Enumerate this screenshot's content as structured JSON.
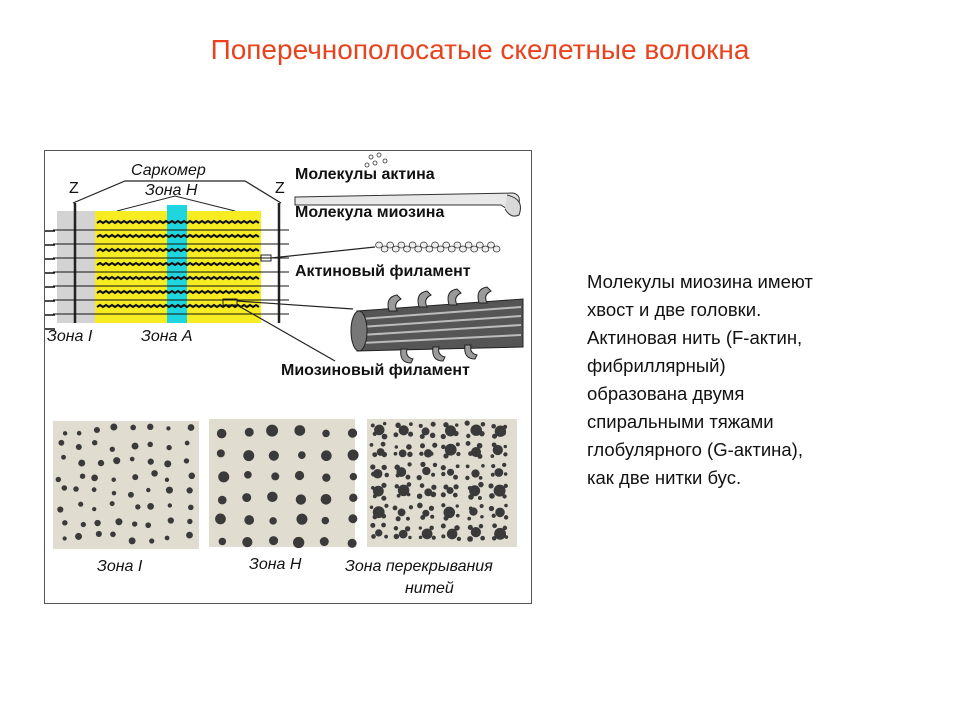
{
  "slide": {
    "title": "Поперечнополосатые скелетные волокна"
  },
  "figure": {
    "labels": {
      "sarcomere": "Саркомер",
      "zone_h_top": "Зона Н",
      "z_left": "Z",
      "z_right": "Z",
      "zone_i": "Зона I",
      "zone_a": "Зона А",
      "actin_molecules": "Молекулы актина",
      "myosin_molecule": "Молекула миозина",
      "actin_filament": "Актиновый филамент",
      "myosin_filament": "Миозиновый филамент"
    },
    "micrographs": {
      "zone_i": "Зона I",
      "zone_h": "Зона Н",
      "overlap_line1": "Зона перекрывания",
      "overlap_line2": "нитей"
    },
    "colors": {
      "a_band": "#f7ec21",
      "h_zone": "#1fd6e0",
      "i_band": "#d3d3d3",
      "title": "#e8431e"
    }
  },
  "description": {
    "lines": [
      "Молекулы миозина имеют",
      "хвост и две головки.",
      "Актиновая нить (F-актин,",
      "фибриллярный)",
      "образована двумя",
      "спиральными тяжами",
      "глобулярного (G-актина),",
      "как две нитки бус."
    ]
  }
}
